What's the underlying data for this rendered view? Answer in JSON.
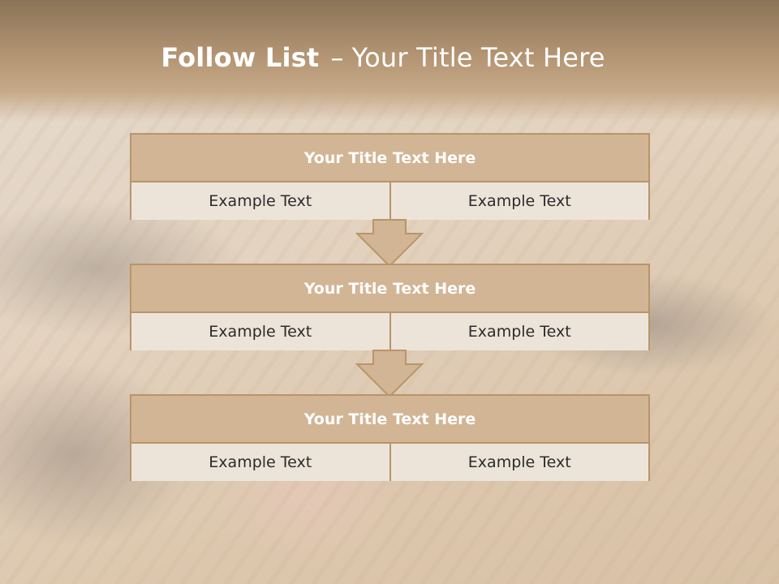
{
  "slide": {
    "title_bold": "Follow List",
    "title_separator": "–",
    "title_rest": "Your Title Text Here"
  },
  "steps": [
    {
      "title": "Your Title Text Here",
      "left": "Example Text",
      "right": "Example Text"
    },
    {
      "title": "Your Title Text Here",
      "left": "Example Text",
      "right": "Example Text"
    },
    {
      "title": "Your Title Text Here",
      "left": "Example Text",
      "right": "Example Text"
    }
  ],
  "colors": {
    "header_fill": "#d2b595",
    "border": "#b8956a",
    "cell_fill": "#ede4d9",
    "arrow_fill": "#d2b595"
  }
}
